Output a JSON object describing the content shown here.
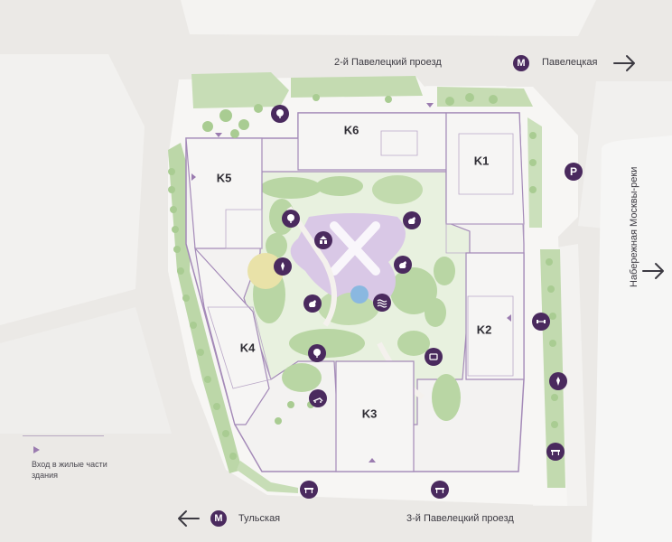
{
  "streets": {
    "top": "2-й Павелецкий проезд",
    "bottom": "3-й Павелецкий проезд",
    "right": "Набережная Москвы-реки"
  },
  "metro": {
    "symbol": "M",
    "top_station": "Павелецкая",
    "bottom_station": "Тульская"
  },
  "parking": {
    "symbol": "P"
  },
  "buildings": [
    "K1",
    "K2",
    "K3",
    "K4",
    "K5",
    "K6"
  ],
  "legend": {
    "entrance_text": "Вход в жилые части здания"
  },
  "colors": {
    "accent": "#4a2a5e",
    "green": "#b9d6a4",
    "lilac": "#d9c8e6",
    "building_outline": "#a48ab8"
  },
  "amenity_icons": [
    "playground-icon",
    "tree-icon",
    "swing-icon",
    "dog-icon",
    "workout-icon",
    "bench-icon",
    "sunbed-icon",
    "fountain-icon",
    "sculpture-icon"
  ]
}
